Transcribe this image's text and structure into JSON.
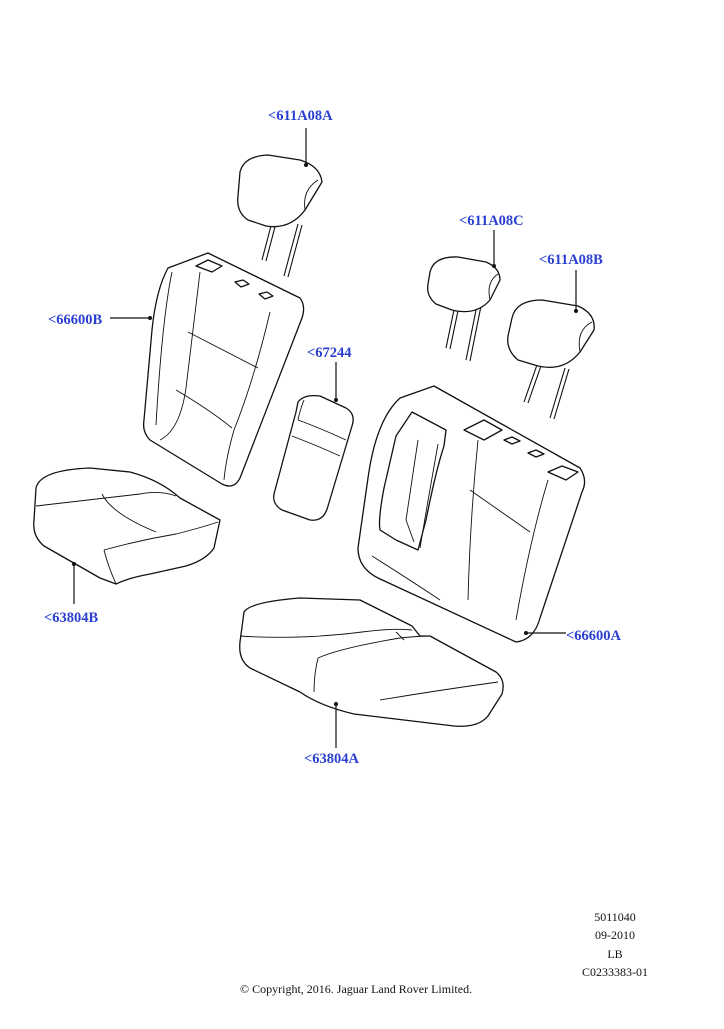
{
  "callouts": {
    "headrest_center": "<611A08A",
    "headrest_c": "<611A08C",
    "headrest_b": "<611A08B",
    "back_left": "<66600B",
    "armrest": "<67244",
    "back_right": "<66600A",
    "cushion_left": "<63804B",
    "cushion_right": "<63804A"
  },
  "footer": {
    "code_1": "5011040",
    "date": "09-2010",
    "region": "LB",
    "code_2": "C0233383-01",
    "copyright": "© Copyright, 2016. Jaguar Land Rover Limited."
  }
}
